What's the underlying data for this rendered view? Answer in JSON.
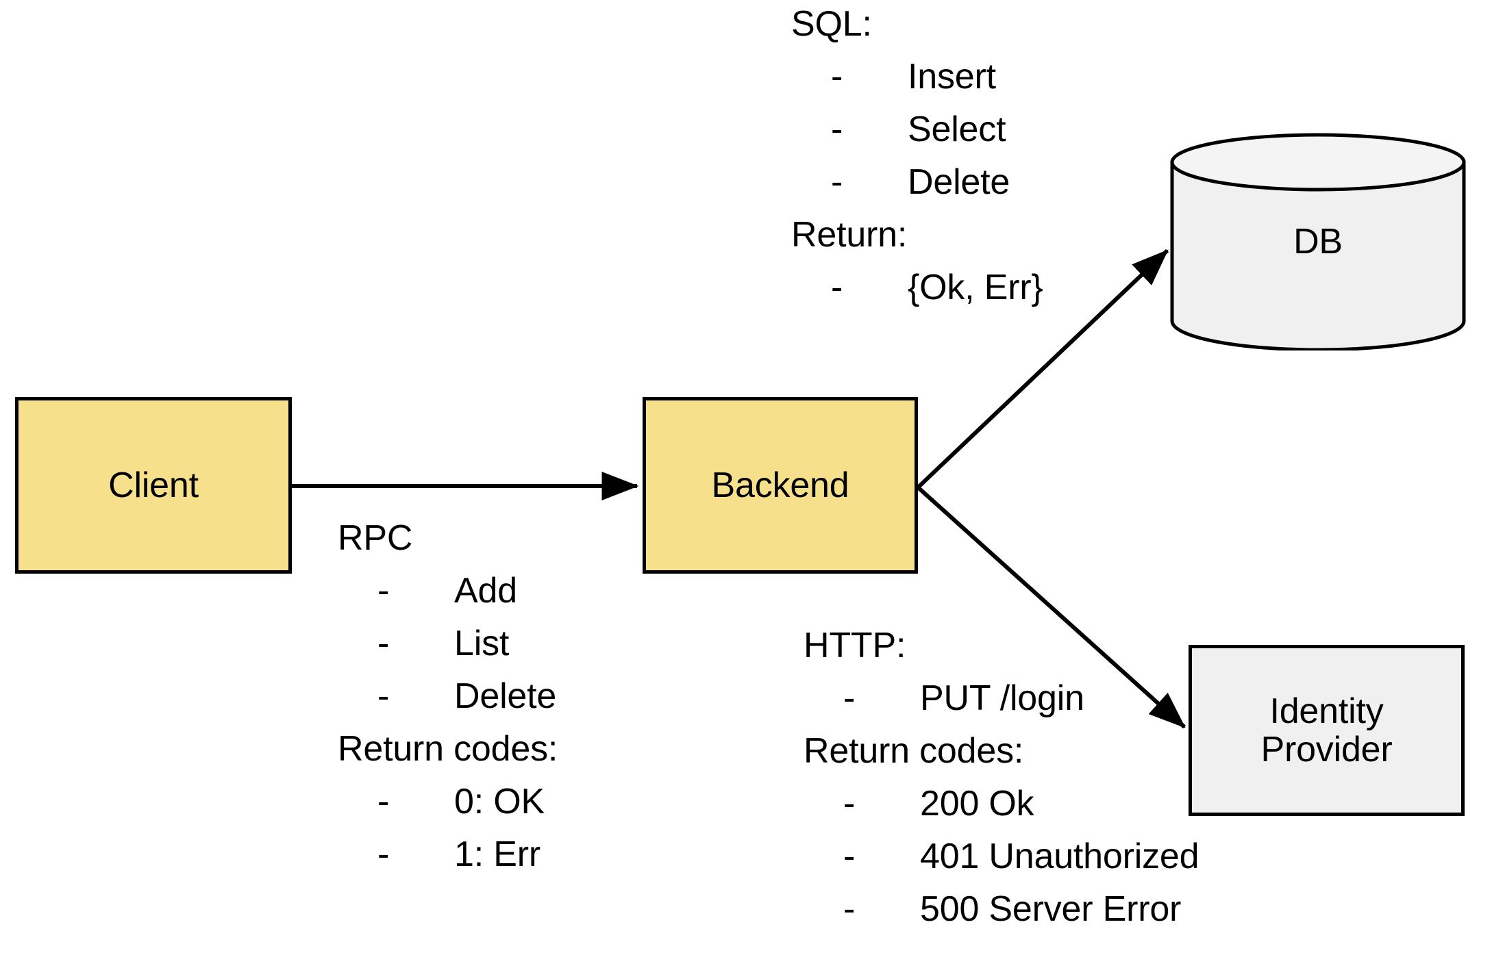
{
  "diagram": {
    "type": "architecture-flow",
    "background": "#ffffff",
    "colors": {
      "process_fill": "#F7E08C",
      "external_fill": "#F0F0F0",
      "stroke": "#000000",
      "text": "#000000"
    },
    "nodes": [
      {
        "id": "client",
        "label": "Client",
        "shape": "rectangle",
        "fill": "#F7E08C"
      },
      {
        "id": "backend",
        "label": "Backend",
        "shape": "rectangle",
        "fill": "#F7E08C"
      },
      {
        "id": "db",
        "label": "DB",
        "shape": "cylinder",
        "fill": "#F0F0F0"
      },
      {
        "id": "idp",
        "label_line1": "Identity",
        "label_line2": "Provider",
        "shape": "rectangle",
        "fill": "#F0F0F0"
      }
    ],
    "edges": [
      {
        "from": "client",
        "to": "db_unused",
        "style": "arrow"
      },
      {
        "from": "client",
        "to": "backend",
        "style": "arrow",
        "annotation": "rpc"
      },
      {
        "from": "backend",
        "to": "db",
        "style": "arrow",
        "annotation": "sql"
      },
      {
        "from": "backend",
        "to": "idp",
        "style": "arrow",
        "annotation": "http"
      }
    ]
  },
  "annotations": {
    "sql": {
      "heading": "SQL:",
      "items": [
        "Insert",
        "Select",
        "Delete"
      ],
      "return_heading": "Return:",
      "return_items": [
        "{Ok, Err}"
      ],
      "bullet": "-"
    },
    "rpc": {
      "heading": "RPC",
      "items": [
        "Add",
        "List",
        "Delete"
      ],
      "return_heading": "Return codes:",
      "return_items": [
        "0: OK",
        "1: Err"
      ],
      "bullet": "-"
    },
    "http": {
      "heading": "HTTP:",
      "items": [
        "PUT /login"
      ],
      "return_heading": "Return codes:",
      "return_items": [
        "200 Ok",
        "401 Unauthorized",
        "500 Server Error"
      ],
      "bullet": "-"
    }
  }
}
